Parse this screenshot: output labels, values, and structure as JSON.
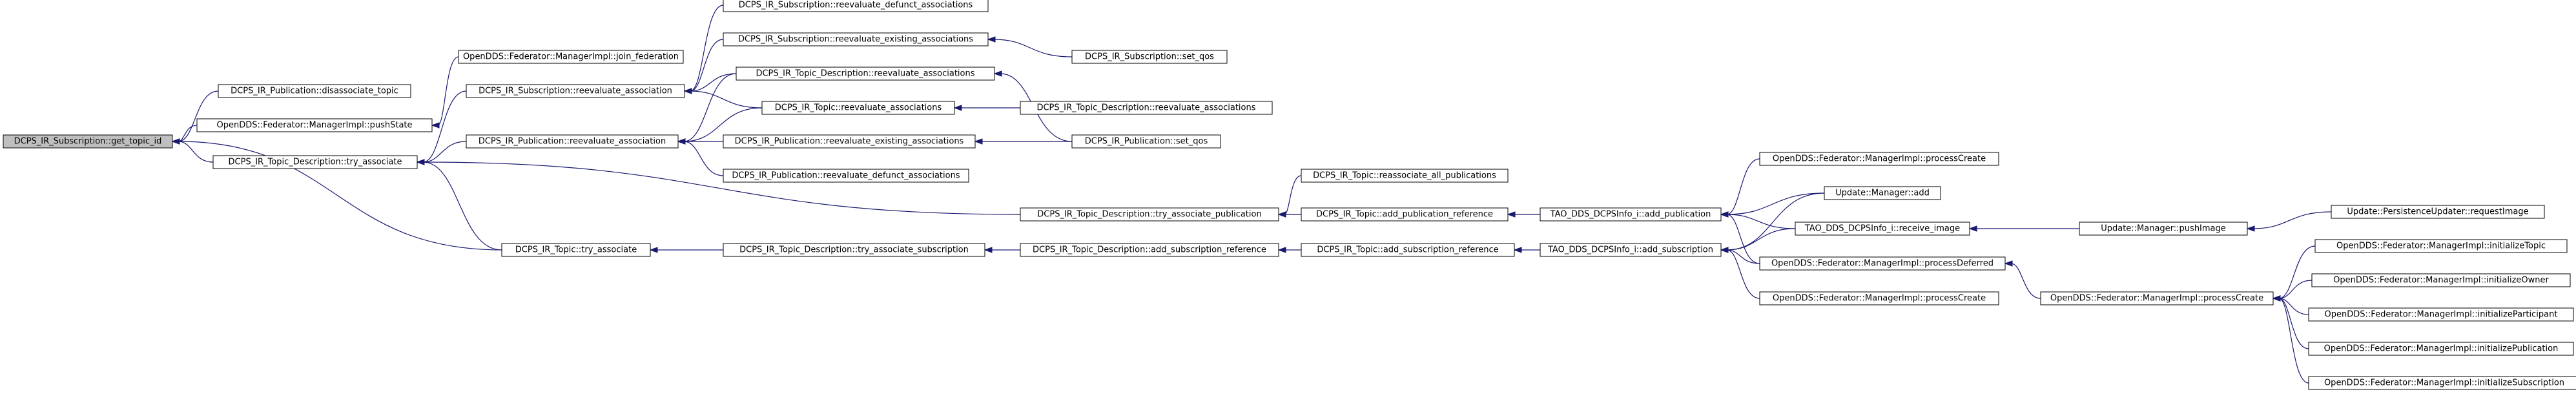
{
  "graph": {
    "type": "caller-graph",
    "colors": {
      "edge": "#191970",
      "root_fill": "#bfbfbf",
      "node_fill": "#ffffff",
      "node_border": "#000000"
    },
    "nodes": [
      {
        "id": "n0",
        "label": "DCPS_IR_Subscription::get_topic_id",
        "root": true
      },
      {
        "id": "n1",
        "label": "DCPS_IR_Publication::disassociate_topic"
      },
      {
        "id": "n2",
        "label": "OpenDDS::Federator::ManagerImpl::pushState"
      },
      {
        "id": "n3",
        "label": "DCPS_IR_Topic_Description::try_associate"
      },
      {
        "id": "n4",
        "label": "DCPS_IR_Topic::try_associate"
      },
      {
        "id": "n5",
        "label": "OpenDDS::Federator::ManagerImpl::join_federation"
      },
      {
        "id": "n6",
        "label": "DCPS_IR_Subscription::reevaluate_association"
      },
      {
        "id": "n7",
        "label": "DCPS_IR_Publication::reevaluate_association"
      },
      {
        "id": "n8",
        "label": "DCPS_IR_Subscription::reevaluate_defunct_associations"
      },
      {
        "id": "n9",
        "label": "DCPS_IR_Subscription::reevaluate_existing_associations"
      },
      {
        "id": "n10",
        "label": "DCPS_IR_Topic_Description::reevaluate_associations"
      },
      {
        "id": "n11",
        "label": "DCPS_IR_Topic::reevaluate_associations"
      },
      {
        "id": "n12",
        "label": "DCPS_IR_Publication::reevaluate_existing_associations"
      },
      {
        "id": "n13",
        "label": "DCPS_IR_Publication::reevaluate_defunct_associations"
      },
      {
        "id": "n14",
        "label": "DCPS_IR_Subscription::set_qos"
      },
      {
        "id": "n15",
        "label": "DCPS_IR_Topic_Description::reevaluate_associations"
      },
      {
        "id": "n16",
        "label": "DCPS_IR_Publication::set_qos"
      },
      {
        "id": "n17",
        "label": "DCPS_IR_Topic_Description::try_associate_subscription"
      },
      {
        "id": "n18",
        "label": "DCPS_IR_Topic_Description::try_associate_publication"
      },
      {
        "id": "n19",
        "label": "DCPS_IR_Topic_Description::add_subscription_reference"
      },
      {
        "id": "n20",
        "label": "DCPS_IR_Topic::reassociate_all_publications"
      },
      {
        "id": "n21",
        "label": "DCPS_IR_Topic::add_publication_reference"
      },
      {
        "id": "n22",
        "label": "DCPS_IR_Topic::add_subscription_reference"
      },
      {
        "id": "n23",
        "label": "TAO_DDS_DCPSInfo_i::add_publication"
      },
      {
        "id": "n24",
        "label": "TAO_DDS_DCPSInfo_i::add_subscription"
      },
      {
        "id": "n25",
        "label": "OpenDDS::Federator::ManagerImpl::processCreate"
      },
      {
        "id": "n26",
        "label": "Update::Manager::add"
      },
      {
        "id": "n27",
        "label": "TAO_DDS_DCPSInfo_i::receive_image"
      },
      {
        "id": "n28",
        "label": "OpenDDS::Federator::ManagerImpl::processDeferred"
      },
      {
        "id": "n29",
        "label": "OpenDDS::Federator::ManagerImpl::processCreate"
      },
      {
        "id": "n30",
        "label": "Update::Manager::pushImage"
      },
      {
        "id": "n31",
        "label": "OpenDDS::Federator::ManagerImpl::processCreate"
      },
      {
        "id": "n32",
        "label": "Update::PersistenceUpdater::requestImage"
      },
      {
        "id": "n33",
        "label": "OpenDDS::Federator::ManagerImpl::initializeTopic"
      },
      {
        "id": "n34",
        "label": "OpenDDS::Federator::ManagerImpl::initializeOwner"
      },
      {
        "id": "n35",
        "label": "OpenDDS::Federator::ManagerImpl::initializeParticipant"
      },
      {
        "id": "n36",
        "label": "OpenDDS::Federator::ManagerImpl::initializePublication"
      },
      {
        "id": "n37",
        "label": "OpenDDS::Federator::ManagerImpl::initializeSubscription"
      }
    ]
  }
}
